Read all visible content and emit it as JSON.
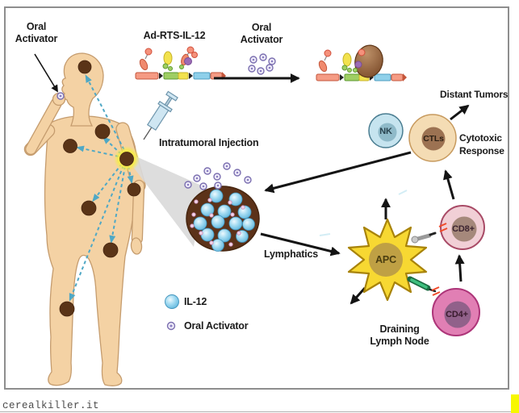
{
  "watermark": "cerealkiller.it",
  "labels": {
    "oral_activator_left": {
      "line1": "Oral",
      "line2": "Activator"
    },
    "construct_title": "Ad-RTS-IL-12",
    "oral_activator_mid": {
      "line1": "Oral",
      "line2": "Activator"
    },
    "intratumoral_injection": "Intratumoral Injection",
    "distant_tumors": "Distant Tumors",
    "cytotoxic_response": {
      "line1": "Cytotoxic",
      "line2": "Response"
    },
    "lymphatics": "Lymphatics",
    "draining_lymph_node": {
      "line1": "Draining",
      "line2": "Lymph Node"
    }
  },
  "cells": {
    "nk": "NK",
    "ctls": "CTLs",
    "apc": "APC",
    "cd8": "CD8+",
    "cd4": "CD4+"
  },
  "legend": {
    "il12": "IL-12",
    "oral_activator": "Oral Activator"
  },
  "colors": {
    "il12_particle": "#7ec8e8",
    "oral_activator_particle": "#8a7ec0",
    "tumor": "#5a3417",
    "tumor_highlight": "#f7ec4a",
    "skin": "#f4d2a4",
    "tumor_blob": "#5c3219",
    "nk_cell": "#c6e4ef",
    "ctl_cell": "#f4dcb4",
    "cd8_cell": "#f1cfd6",
    "cd4_cell": "#e17fb4",
    "apc_cell": "#f7d832",
    "spread_arrow": "#4fa8c5",
    "corner_mark": "#f7f700"
  }
}
